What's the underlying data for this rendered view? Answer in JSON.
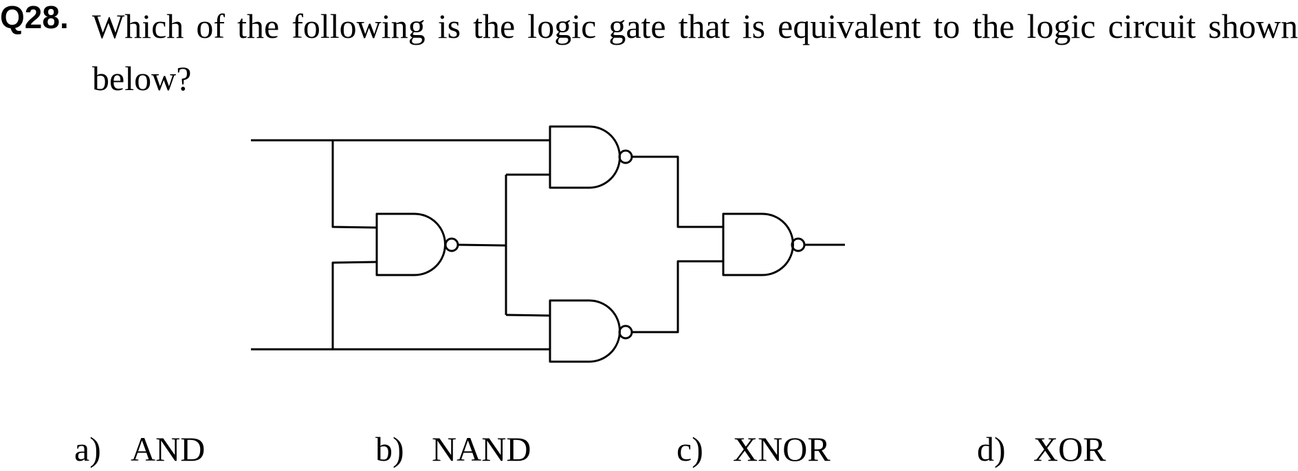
{
  "question": {
    "number": "Q28.",
    "text": "Which of the following is the logic gate that is equivalent to the logic circuit shown below?"
  },
  "circuit": {
    "gate_type": "NAND",
    "gate_count": 4,
    "inputs": 2,
    "outputs": 1
  },
  "options": [
    {
      "letter": "a)",
      "label": "AND"
    },
    {
      "letter": "b)",
      "label": "NAND"
    },
    {
      "letter": "c)",
      "label": "XNOR"
    },
    {
      "letter": "d)",
      "label": "XOR"
    }
  ]
}
